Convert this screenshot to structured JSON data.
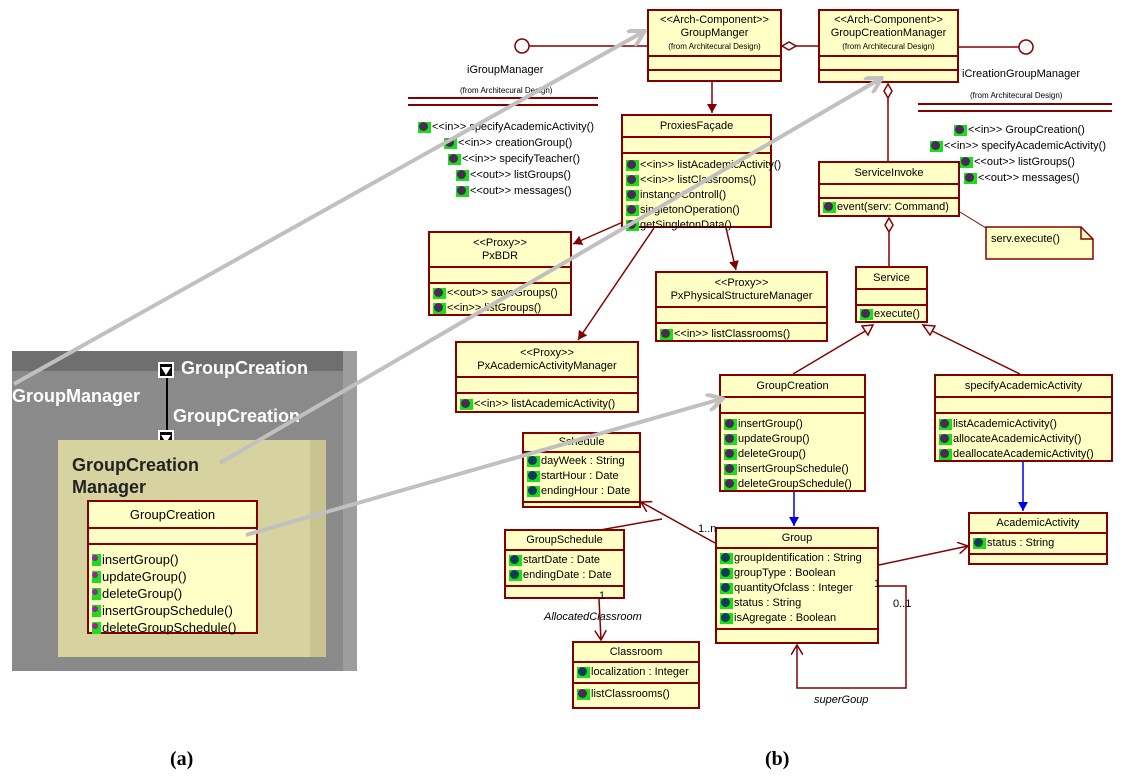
{
  "captions": {
    "a": "(a)",
    "b": "(b)"
  },
  "panel_a": {
    "outer_label": "GroupManager",
    "port_top_label": "GroupCreation",
    "port_bottom_label": "GroupCreation",
    "inner_title_line1": "GroupCreation",
    "inner_title_line2": "Manager",
    "class_name": "GroupCreation",
    "ops": [
      "insertGroup()",
      "updateGroup()",
      "deleteGroup()",
      "insertGroupSchedule()",
      "deleteGroupSchedule()"
    ]
  },
  "group_manger": {
    "stereo": "<<Arch-Component>>",
    "name": "GroupManger",
    "from": "(from Architecural Design)"
  },
  "group_creation_manager": {
    "stereo": "<<Arch-Component>>",
    "name": "GroupCreationManager",
    "from": "(from Architecural Design)"
  },
  "i_group_manager": {
    "name": "iGroupManager",
    "from": "(from Architecural Design)",
    "ops": [
      "<<in>> specifyAcademicActivity()",
      "<<in>> creationGroup()",
      "<<in>> specifyTeacher()",
      "<<out>> listGroups()",
      "<<out>> messages()"
    ]
  },
  "i_creation_group_manager": {
    "name": "iCreationGroupManager",
    "from": "(from Architecural Design)",
    "ops": [
      "<<in>> GroupCreation()",
      "<<in>> specifyAcademicActivity()",
      "<<out>> listGroups()",
      "<<out>> messages()"
    ]
  },
  "proxies_facade": {
    "name": "ProxiesFaçade",
    "ops": [
      "<<in>> listAcademicActivity()",
      "<<in>> listClassrooms()",
      "instanceControll()",
      "singletonOperation()",
      "getSingletonData()"
    ]
  },
  "px_bdr": {
    "stereo": "<<Proxy>>",
    "name": "PxBDR",
    "ops": [
      "<<out>> saveGroups()",
      "<<in>> listGroups()"
    ]
  },
  "px_physical": {
    "stereo": "<<Proxy>>",
    "name": "PxPhysicalStructureManager",
    "ops": [
      "<<in>> listClassrooms()"
    ]
  },
  "px_academic": {
    "stereo": "<<Proxy>>",
    "name": "PxAcademicActivityManager",
    "ops": [
      "<<in>> listAcademicActivity()"
    ]
  },
  "service_invoke": {
    "name": "ServiceInvoke",
    "ops": [
      "event(serv: Command)"
    ]
  },
  "note": {
    "text": "serv.execute()"
  },
  "service": {
    "name": "Service",
    "ops": [
      "execute()"
    ]
  },
  "group_creation": {
    "name": "GroupCreation",
    "ops": [
      "insertGroup()",
      "updateGroup()",
      "deleteGroup()",
      "insertGroupSchedule()",
      "deleteGroupSchedule()"
    ]
  },
  "specify_academic_activity": {
    "name": "specifyAcademicActivity",
    "ops": [
      "listAcademicActivity()",
      "allocateAcademicActivity()",
      "deallocateAcademicActivity()"
    ]
  },
  "schedule": {
    "name": "Schedule",
    "attrs": [
      "dayWeek : String",
      "startHour : Date",
      "endingHour : Date"
    ]
  },
  "group_schedule": {
    "name": "GroupSchedule",
    "attrs": [
      "startDate : Date",
      "endingDate : Date"
    ]
  },
  "group": {
    "name": "Group",
    "attrs": [
      "groupIdentification : String",
      "groupType : Boolean",
      "quantityOfclass : Integer",
      "status : String",
      "isAgregate : Boolean"
    ]
  },
  "academic_activity": {
    "name": "AcademicActivity",
    "attrs": [
      "status : String"
    ]
  },
  "classroom": {
    "name": "Classroom",
    "attrs": [
      "localization : Integer"
    ],
    "ops": [
      "listClassrooms()"
    ]
  },
  "assoc_labels": {
    "one_to_n": "1..n",
    "one_a": "1",
    "one_b": "1",
    "zero_one": "0..1",
    "allocated": "AllocatedClassroom",
    "super": "superGoup"
  }
}
